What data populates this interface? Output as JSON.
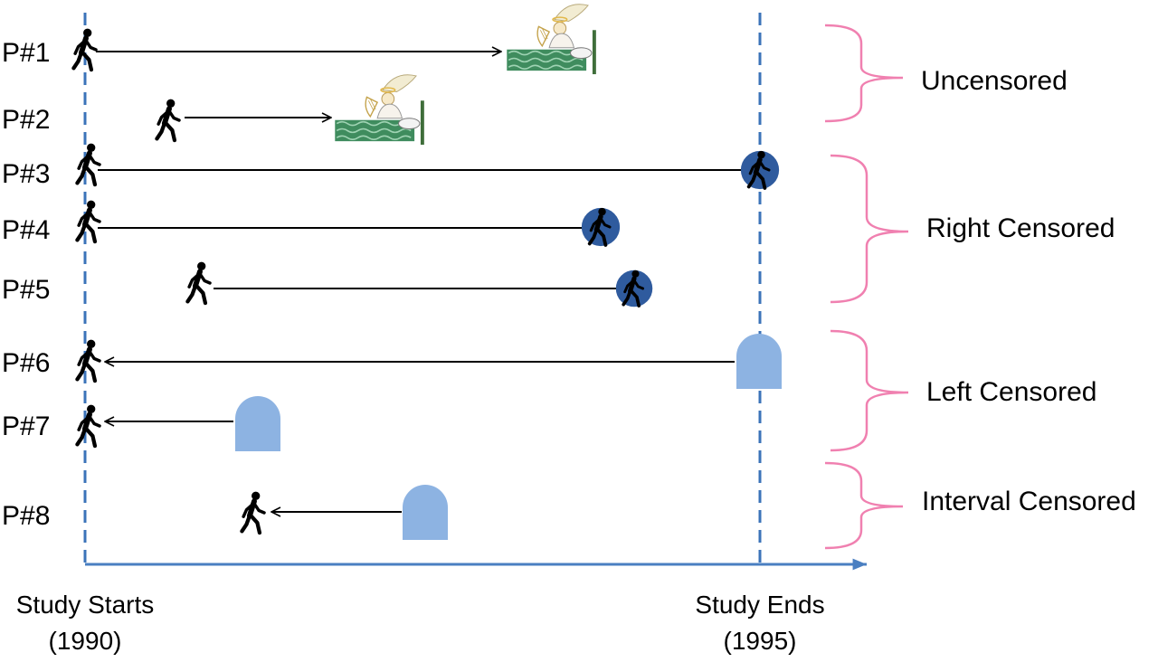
{
  "participants": [
    {
      "label": "P#1",
      "outcome": "death"
    },
    {
      "label": "P#2",
      "outcome": "death"
    },
    {
      "label": "P#3",
      "outcome": "censored"
    },
    {
      "label": "P#4",
      "outcome": "censored"
    },
    {
      "label": "P#5",
      "outcome": "censored"
    },
    {
      "label": "P#6",
      "outcome": "tombstone"
    },
    {
      "label": "P#7",
      "outcome": "tombstone"
    },
    {
      "label": "P#8",
      "outcome": "tombstone"
    }
  ],
  "groups": [
    {
      "label": "Uncensored"
    },
    {
      "label": "Right Censored"
    },
    {
      "label": "Left Censored"
    },
    {
      "label": "Interval Censored"
    }
  ],
  "axis": {
    "start_label": "Study Starts",
    "start_year": "(1990)",
    "end_label": "Study Ends",
    "end_year": "(1995)"
  },
  "colors": {
    "guide_line": "#3b73b9",
    "axis": "#4a7fc1",
    "brace": "#f080b0",
    "tombstone": "#8db3e2",
    "censor_circle": "#2f5b9e",
    "bed_blanket": "#3f8c5e"
  },
  "icons": {
    "person": "walking-person-icon",
    "death": "angel-in-bed-icon",
    "censor": "walking-person-circle-icon",
    "event": "tombstone-icon"
  }
}
